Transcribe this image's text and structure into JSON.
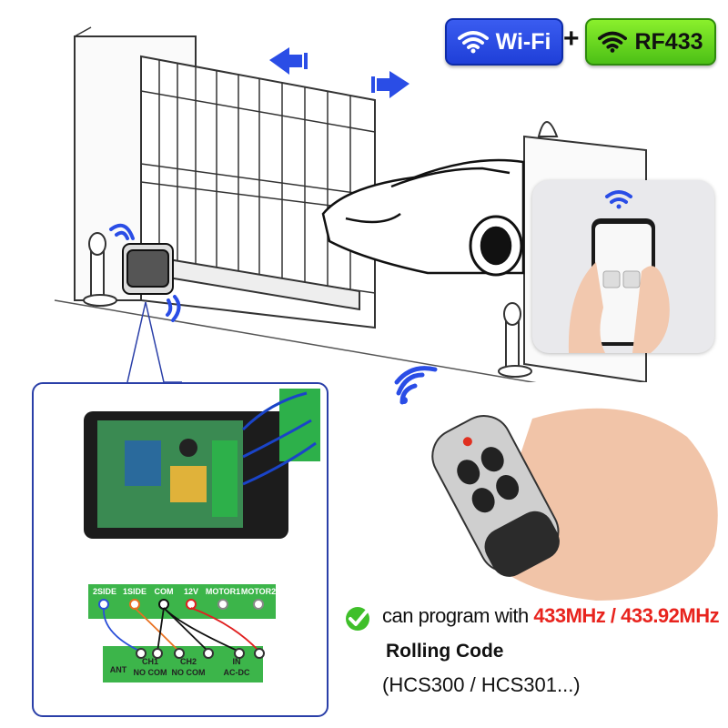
{
  "badges": {
    "wifi": "Wi-Fi",
    "plus": "+",
    "rf": "RF433"
  },
  "terminals": {
    "top": [
      "2SIDE",
      "1SIDE",
      "COM",
      "12V",
      "MOTOR1",
      "MOTOR2"
    ],
    "bottom": [
      {
        "line1": "ANT",
        "line2": ""
      },
      {
        "line1": "CH1",
        "line2": "NO  COM"
      },
      {
        "line1": "CH2",
        "line2": "NO  COM"
      },
      {
        "line1": "IN",
        "line2": "AC-DC"
      }
    ]
  },
  "features": {
    "prefix": "can program with ",
    "frequency": "433MHz / 433.92MHz",
    "rolling_code": "Rolling Code",
    "models": "(HCS300 / HCS301...)"
  },
  "colors": {
    "wifi_blue": "#2a4de6",
    "rf_green": "#5cd21c",
    "terminal_green": "#3cb54a",
    "highlight_red": "#e8241e"
  }
}
